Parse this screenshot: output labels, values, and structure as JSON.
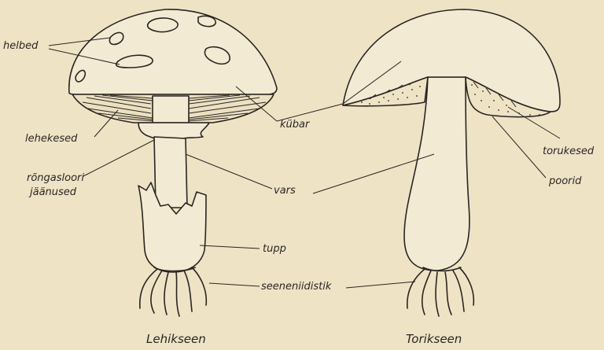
{
  "labels": {
    "helbed": "helbed",
    "lehekesed": "lehekesed",
    "rongasloori_line1": "rõngasloori",
    "rongasloori_line2": "jäänused",
    "kubar": "kübar",
    "vars": "vars",
    "tupp": "tupp",
    "seeneniidistik": "seeneniidistik",
    "torukesed": "torukesed",
    "poorid": "poorid"
  },
  "captions": {
    "left": "Lehikseen",
    "right": "Torikseen"
  },
  "colors": {
    "paper": "#efe3c6",
    "ink": "#2a2520",
    "flesh": "#f3ead3"
  }
}
